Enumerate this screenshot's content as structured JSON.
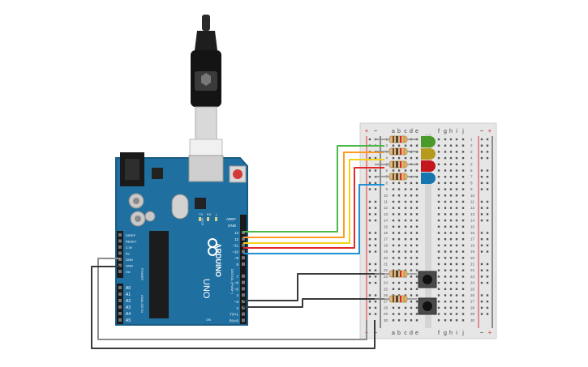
{
  "board": {
    "brand": "ARDUINO",
    "model": "UNO",
    "icsp_label": "ICSP",
    "aref_label": "AREF",
    "gnd_label": "GND",
    "pwm_label": "DIGITAL (PWM~)",
    "power_label": "POWER",
    "analog_label": "ANALOG IN",
    "tx_label": "TX",
    "rx_label": "RX",
    "l_label": "L",
    "on_label": "ON",
    "digital_pins": [
      "13",
      "12",
      "~11",
      "~10",
      "~9",
      "8",
      "7",
      "~6",
      "~5",
      "4",
      "~3",
      "2",
      "TX>1",
      "RX<0"
    ],
    "power_pins": [
      "IOREF",
      "RESET",
      "3.3V",
      "5V",
      "GND",
      "GND",
      "Vin"
    ],
    "analog_pins": [
      "A0",
      "A1",
      "A2",
      "A3",
      "A4",
      "A5"
    ]
  },
  "breadboard": {
    "plus": "+",
    "minus": "−",
    "cols_left": [
      "a",
      "b",
      "c",
      "d",
      "e"
    ],
    "cols_right": [
      "f",
      "g",
      "h",
      "i",
      "j"
    ],
    "rows": [
      "1",
      "2",
      "3",
      "4",
      "5",
      "6",
      "7",
      "8",
      "9",
      "10",
      "11",
      "12",
      "13",
      "14",
      "15",
      "16",
      "17",
      "18",
      "19",
      "20",
      "21",
      "22",
      "23",
      "24",
      "25",
      "26",
      "27",
      "28",
      "29",
      "30"
    ]
  },
  "colors": {
    "board": "#1f6fa0",
    "board_dark": "#175a84",
    "breadboard": "#e6e6e6",
    "wire_green": "#4cb848",
    "wire_orange": "#ff9a1f",
    "wire_yellow": "#f2d21b",
    "wire_red": "#e32a2a",
    "wire_blue": "#1e90d6",
    "wire_dark": "#3a3a3a",
    "wire_gray": "#8d8d8d",
    "led_green": "#4a9a2a",
    "led_yellow": "#b59a1c",
    "led_red": "#c4161c",
    "led_blue": "#1677b0"
  }
}
